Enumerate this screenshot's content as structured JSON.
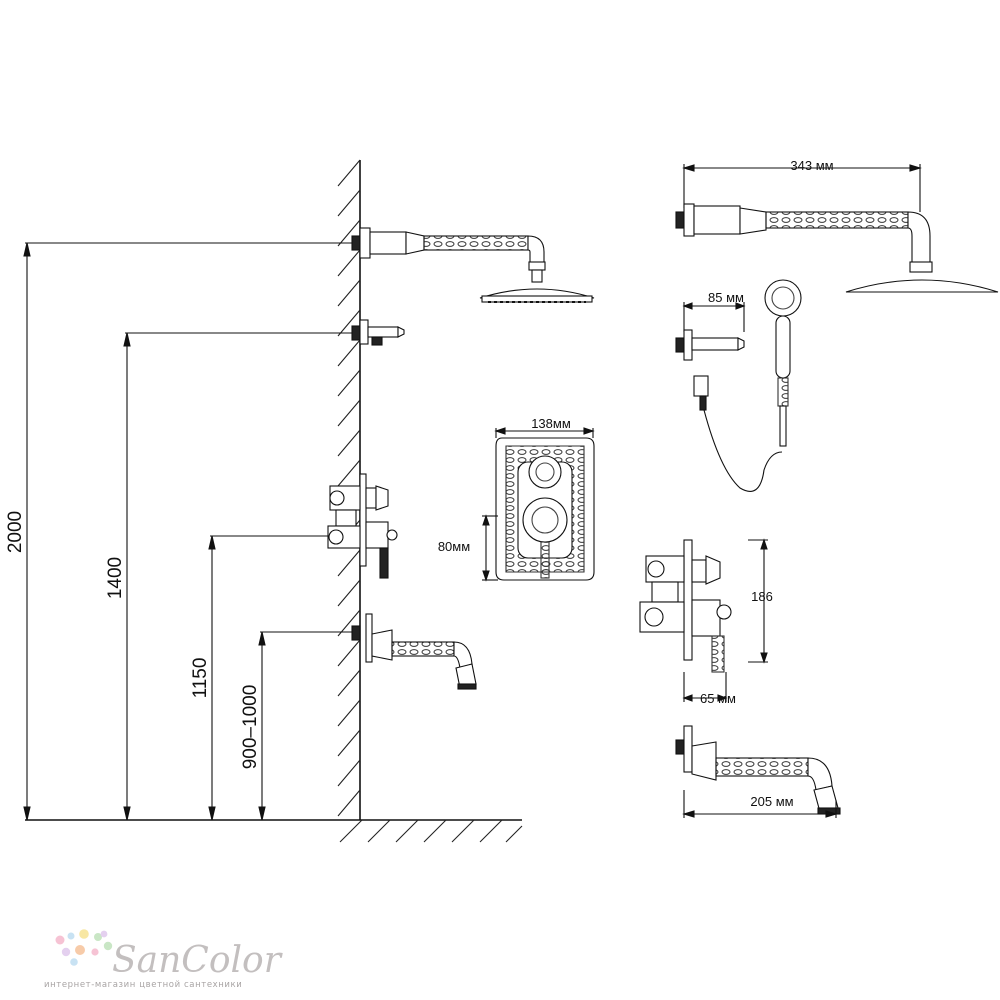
{
  "installation_heights": {
    "overhead_shower": "2000",
    "hand_shower_holder": "1400",
    "mixer": "1150",
    "spout": "900–1000"
  },
  "dimensions": {
    "overhead_arm_length": "343 мм",
    "hand_shower_holder_length": "85 мм",
    "mixer_plate_width": "138мм",
    "mixer_plate_lower": "80мм",
    "mixer_height": "186",
    "mixer_depth": "65 мм",
    "spout_length": "205 мм"
  },
  "brand": {
    "name": "SanColor",
    "tagline": "интернет-магазин цветной сантехники",
    "dot_colors": [
      "#f6c3d4",
      "#c8e2f3",
      "#f8e7a3",
      "#c9e6c5",
      "#e4d0ef",
      "#f7cba9"
    ]
  }
}
